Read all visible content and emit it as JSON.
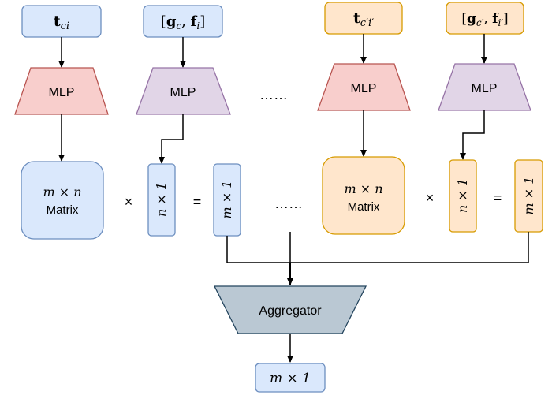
{
  "colors": {
    "blue_fill": "#dae8fc",
    "blue_stroke": "#6c8ebf",
    "orange_fill": "#ffe6cc",
    "orange_stroke": "#d79b00",
    "red_fill": "#f8cecc",
    "red_stroke": "#b85450",
    "purple_fill": "#e1d5e7",
    "purple_stroke": "#9673a6",
    "gray_fill": "#bac8d3",
    "gray_stroke": "#23445d"
  },
  "inputs": {
    "t_ci": {
      "base": "t",
      "sub": "ci"
    },
    "gf_i": {
      "g": "g",
      "g_sub": "c",
      "f": "f",
      "f_sub": "i"
    },
    "t_cprime_iprime": {
      "base": "t",
      "sub": "c′i′"
    },
    "gf_iprime": {
      "g": "g",
      "g_sub": "c′",
      "f": "f",
      "f_sub": "i′"
    }
  },
  "mlp_label": "MLP",
  "ellipsis": "……",
  "matrix": {
    "dims": "m × n",
    "word": "Matrix"
  },
  "vector_n1": "n × 1",
  "vector_m1": "m × 1",
  "ops": {
    "times": "×",
    "equals": "="
  },
  "aggregator_label": "Aggregator",
  "output_label": "m × 1"
}
